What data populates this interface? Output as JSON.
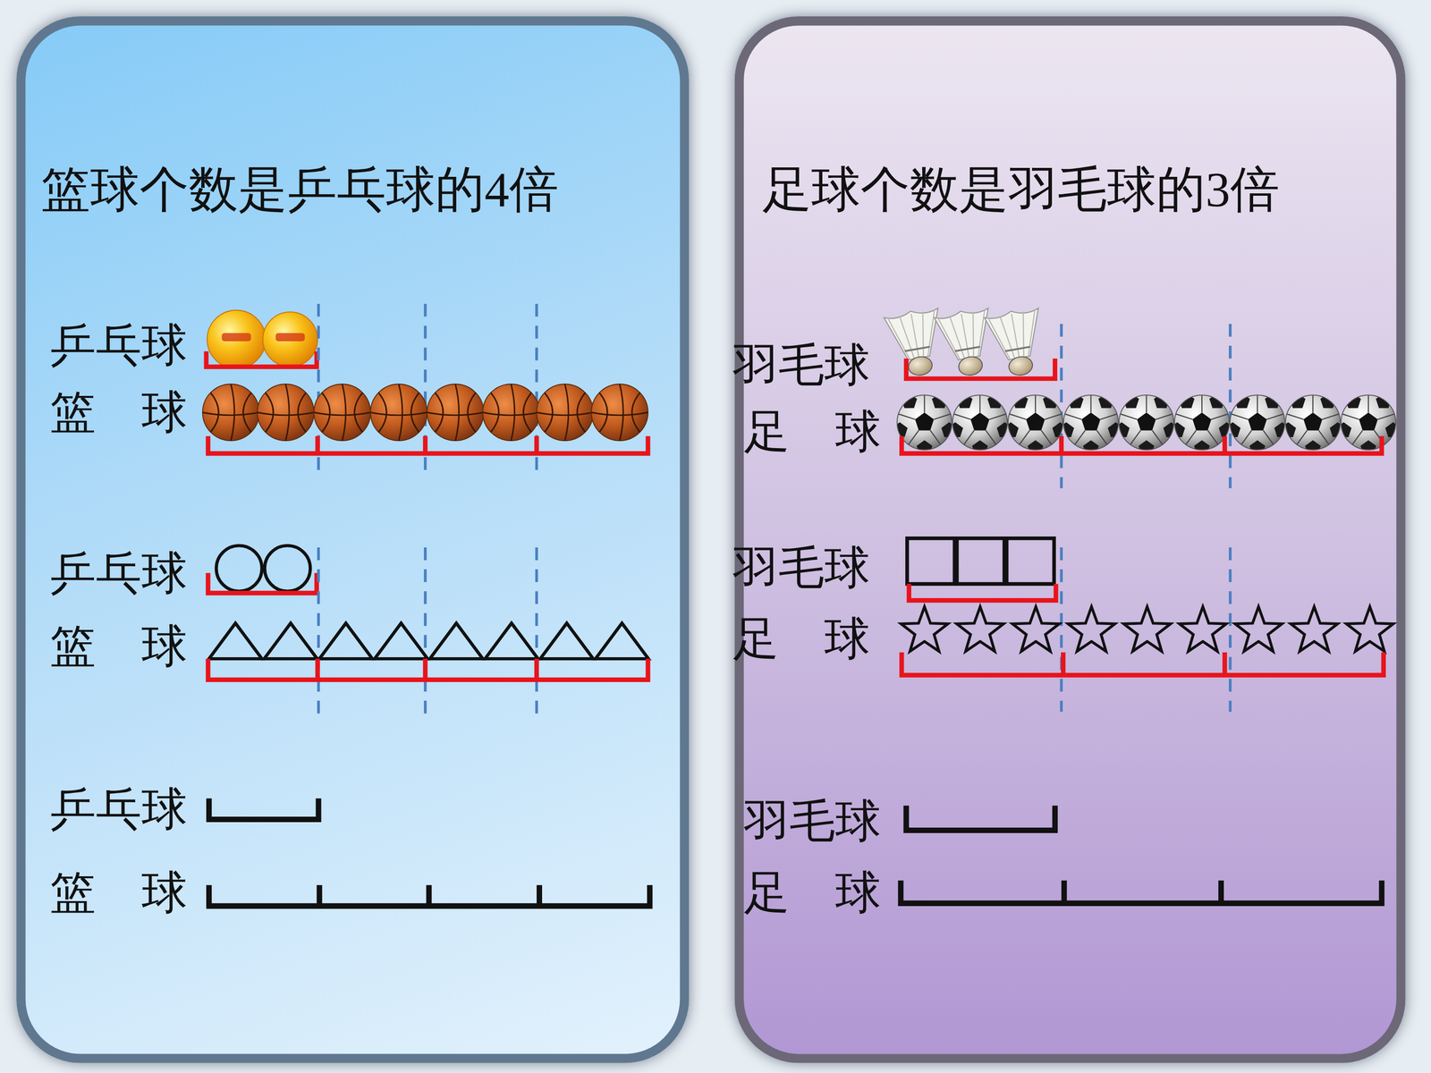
{
  "diagram": {
    "nodes": [
      {
        "text": [
          "篮球个数是乒乓球的4倍"
        ]
      },
      {
        "text": [
          "足球个数是羽毛球的3倍"
        ]
      }
    ],
    "labels": [
      "乒乓球",
      "篮　球",
      "乒乓球",
      "篮　球",
      "乒乓球",
      "篮　球",
      "羽毛球",
      "足　球",
      "羽毛球",
      "足　球",
      "羽毛球",
      "足　球"
    ]
  }
}
